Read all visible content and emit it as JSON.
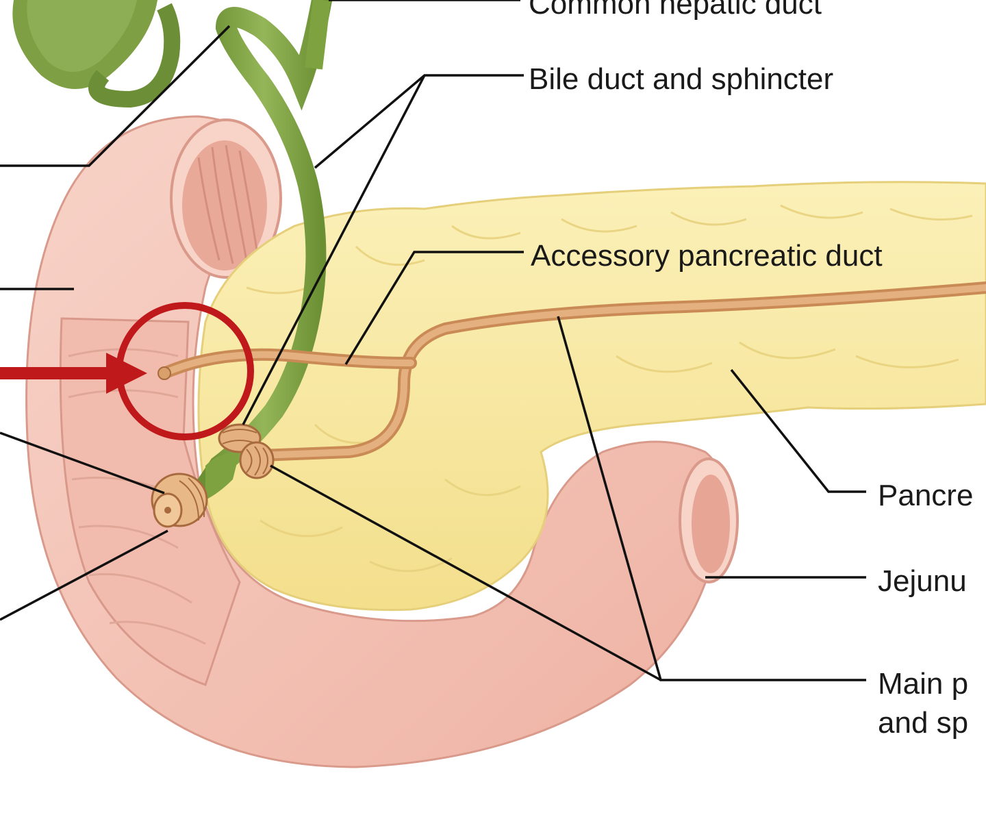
{
  "labels": {
    "common_hepatic_duct": "Common hepatic duct",
    "bile_duct_and_sphincter": "Bile duct and sphincter",
    "accessory_pancreatic_duct": "Accessory pancreatic duct",
    "pancreas": "Pancre",
    "jejunum": "Jejunu",
    "main_duct_line1": "Main p",
    "main_duct_line2": "and sp"
  },
  "colors": {
    "duodenum": "#f3c3b6",
    "pancreas": "#f7e9a2",
    "duct": "#d9a06c",
    "bile": "#7da23f",
    "highlight": "#c0191c",
    "leader": "#111111"
  }
}
